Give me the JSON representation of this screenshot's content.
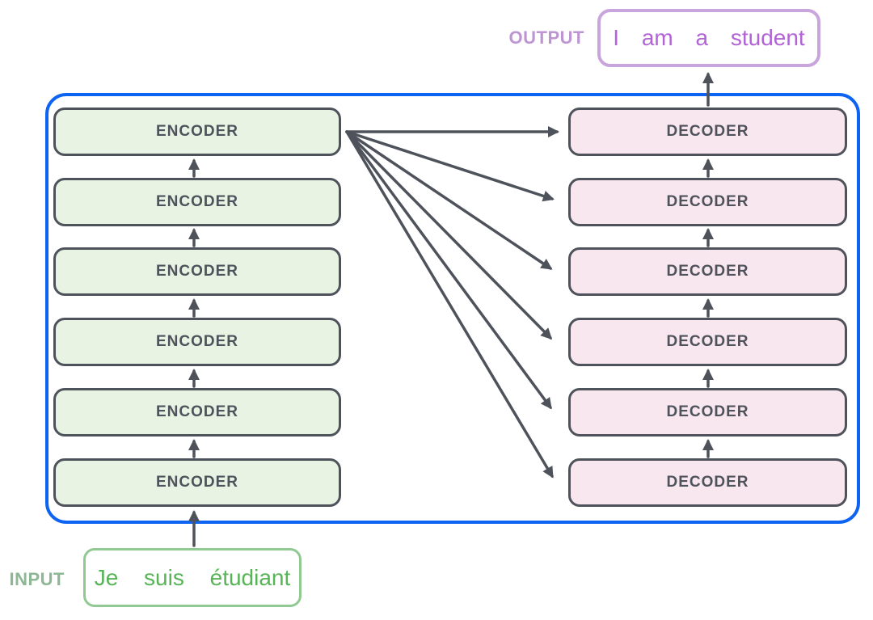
{
  "colors": {
    "background": "#ffffff",
    "container-border": "#0d64f2",
    "box-border": "#4e525b",
    "box-label": "#4e525b",
    "encoder-fill": "#e9f3e4",
    "decoder-fill": "#f9e7ef",
    "arrow": "#4e525b",
    "input-border": "#91c993",
    "input-text": "#57b457",
    "input-label": "#8db795",
    "output-border": "#c9a5dd",
    "output-text": "#b263d6",
    "output-label": "#bd95d2"
  },
  "diagram": {
    "input": {
      "label": "INPUT",
      "sentence": "Je suis étudiant"
    },
    "output": {
      "label": "OUTPUT",
      "sentence": "I am a student"
    },
    "encoders": [
      {
        "label": "ENCODER"
      },
      {
        "label": "ENCODER"
      },
      {
        "label": "ENCODER"
      },
      {
        "label": "ENCODER"
      },
      {
        "label": "ENCODER"
      },
      {
        "label": "ENCODER"
      }
    ],
    "decoders": [
      {
        "label": "DECODER"
      },
      {
        "label": "DECODER"
      },
      {
        "label": "DECODER"
      },
      {
        "label": "DECODER"
      },
      {
        "label": "DECODER"
      },
      {
        "label": "DECODER"
      }
    ]
  }
}
